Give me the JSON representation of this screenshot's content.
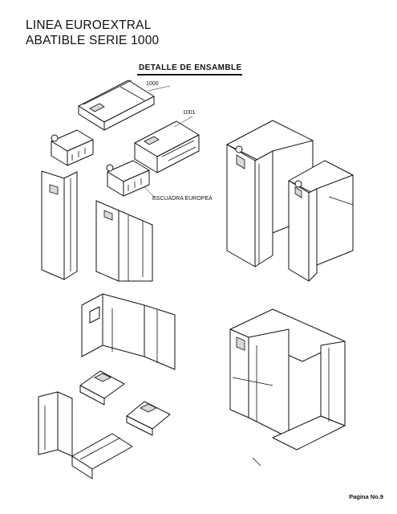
{
  "header": {
    "title_line1": "LINEA EUROEXTRAL",
    "title_line2": "ABATIBLE SERIE 1000"
  },
  "section": {
    "heading": "DETALLE DE ENSAMBLE"
  },
  "callouts": {
    "profile_1000": "1000",
    "profile_1001": "1001",
    "corner_bracket": "ESCUADRA  EUROPEA"
  },
  "footer": {
    "page_number": "Pagina No.9"
  }
}
